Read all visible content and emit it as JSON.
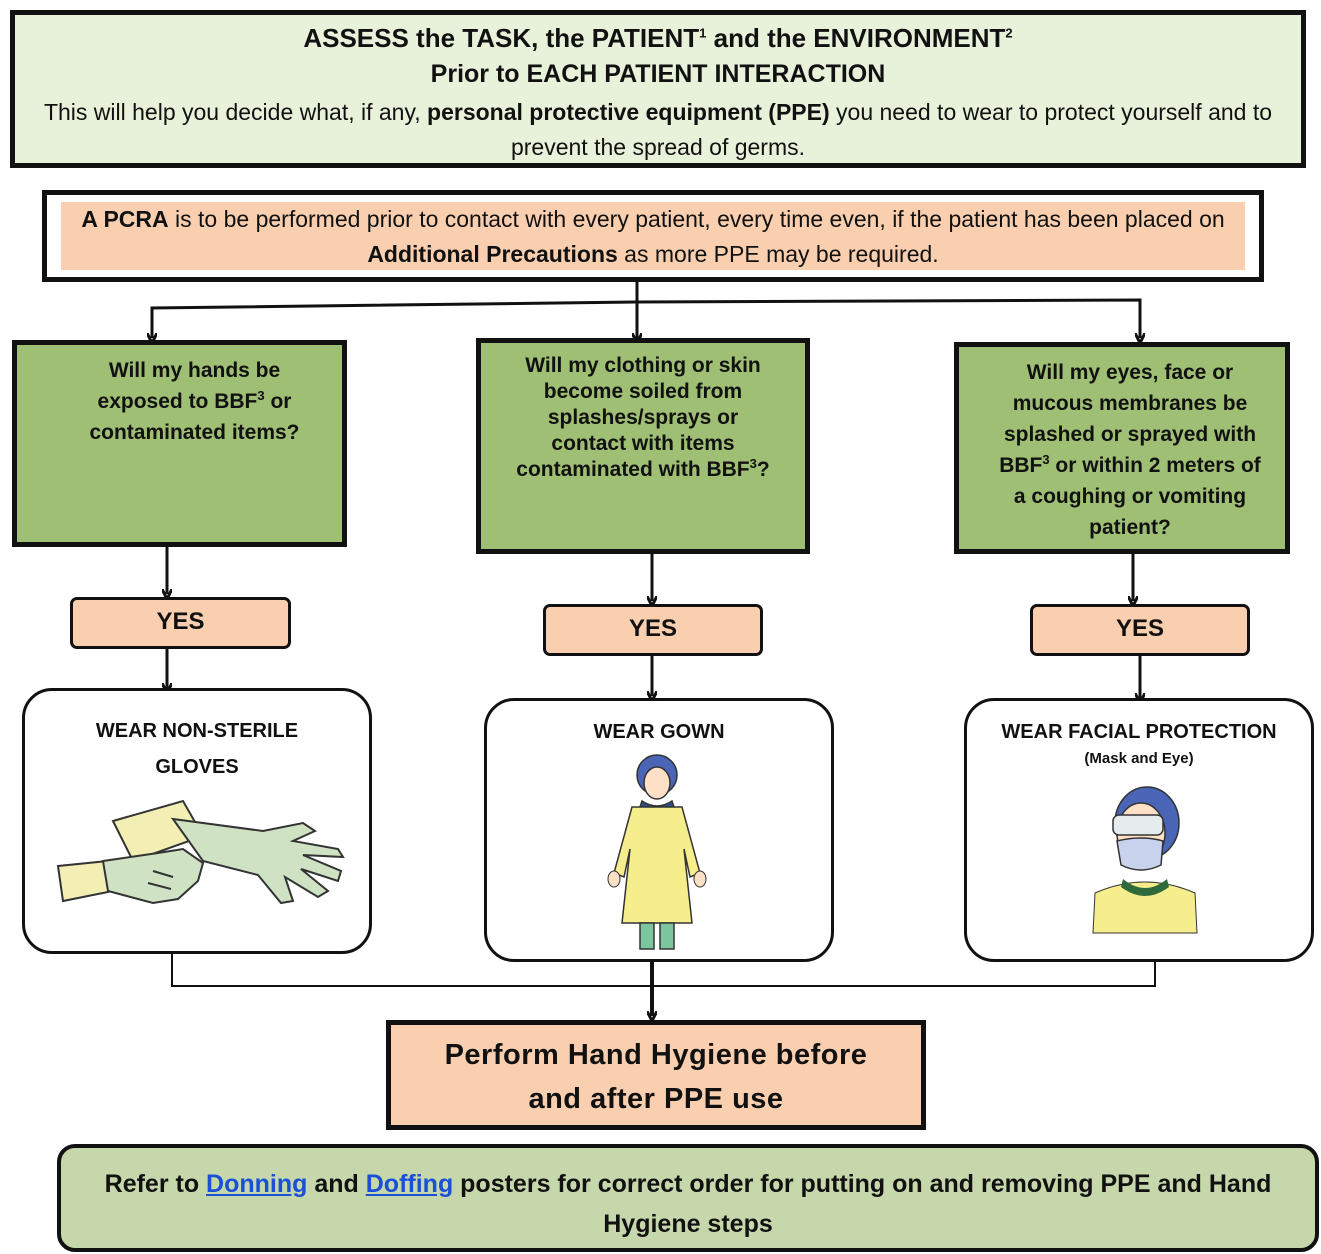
{
  "header": {
    "line1_a": "ASSESS the TASK, the PATIENT",
    "sup1": "1",
    "line1_b": " and the ENVIRONMENT",
    "sup2": "2",
    "line2": "Prior to EACH PATIENT INTERACTION",
    "desc_a": "This will help you decide what, if any, ",
    "desc_bold": "personal protective equipment (PPE)",
    "desc_b": " you need to wear to protect yourself and to prevent the spread of germs."
  },
  "pcra": {
    "bold1": "A PCRA",
    "text1": " is to be performed prior to contact with every patient, every time even, if the patient has been placed on ",
    "bold2": "Additional Precautions",
    "text2": " as more PPE may be required."
  },
  "questions": {
    "hands_a": "Will my hands be exposed to BBF",
    "hands_sup": "3",
    "hands_b": " or contaminated items?",
    "clothing_a": "Will my clothing or skin become soiled from splashes/sprays or contact with items contaminated with BBF",
    "clothing_sup": "3",
    "clothing_b": "?",
    "eyes_a": "Will my eyes, face or mucous membranes be splashed or sprayed with BBF",
    "eyes_sup": "3",
    "eyes_b": " or within 2 meters of a coughing or vomiting patient?"
  },
  "yes_label": "YES",
  "actions": {
    "gloves": "WEAR NON-STERILE GLOVES",
    "gown": "WEAR GOWN",
    "facial": "WEAR FACIAL PROTECTION",
    "facial_sub": "(Mask and Eye)"
  },
  "hand_hygiene": {
    "line1": "Perform Hand Hygiene before",
    "line2": "and after PPE use"
  },
  "refer": {
    "text_a": "Refer to ",
    "link_donning": "Donning",
    "text_b": " and ",
    "link_doffing": "Doffing",
    "text_c": " posters for correct order for putting on and removing PPE and Hand Hygiene steps"
  },
  "colors": {
    "header_bg": "#e8f1da",
    "question_bg": "#9fbf74",
    "peach": "#f9cfb0",
    "refer_bg": "#c6d8ab",
    "link": "#1a4fd6"
  }
}
